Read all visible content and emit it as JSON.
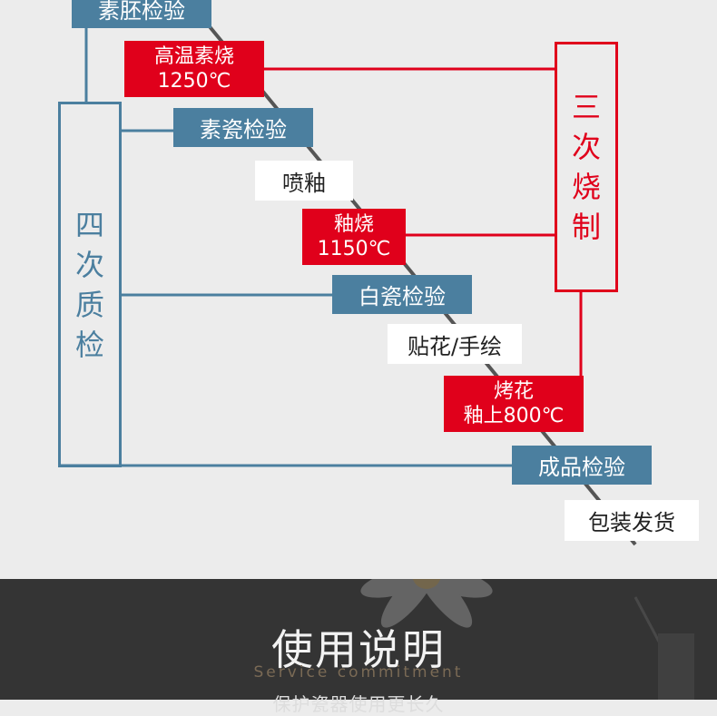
{
  "diagram": {
    "steps": {
      "biscuit_inspection": "素胚检验",
      "high_temp_firing_title": "高温素烧",
      "high_temp_firing_temp": "1250℃",
      "bisque_inspection": "素瓷检验",
      "glaze_spray": "喷釉",
      "glaze_firing_title": "釉烧",
      "glaze_firing_temp": "1150℃",
      "white_porcelain_inspection": "白瓷检验",
      "decal_handpaint": "贴花/手绘",
      "decoration_firing_title": "烤花",
      "decoration_firing_temp": "釉上800℃",
      "finished_inspection": "成品检验",
      "pack_ship": "包装发货"
    },
    "four_inspections": [
      "四",
      "次",
      "质",
      "检"
    ],
    "three_firings": [
      "三",
      "次",
      "烧",
      "制"
    ],
    "colors": {
      "blue": "#4b7f9f",
      "red": "#e0001b",
      "line_gray": "#555555"
    }
  },
  "usage_section": {
    "title": "使用说明",
    "subtitle": "Service commitment",
    "partial_text": "保护瓷器使用更长久"
  }
}
